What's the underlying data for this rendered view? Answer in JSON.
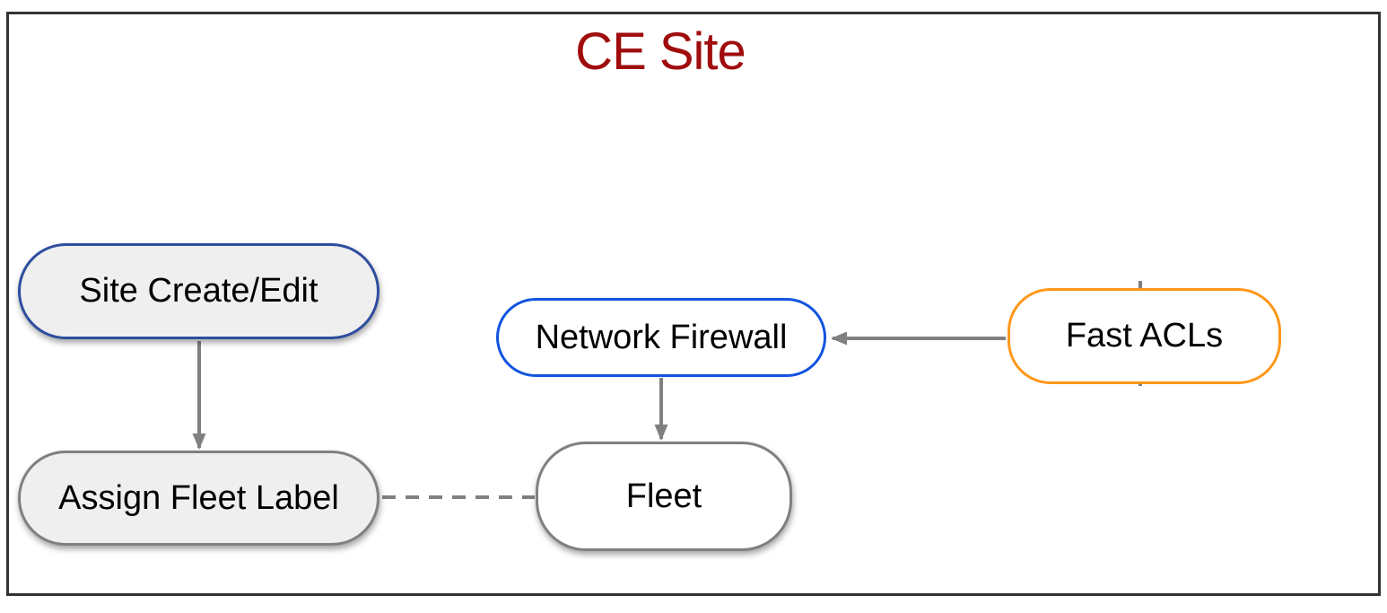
{
  "diagram": {
    "title": "CE Site",
    "title_color": "#a00d0d",
    "frame_border_color": "#333333",
    "background_color": "#ffffff",
    "edge_color": "#808080",
    "nodes": [
      {
        "id": "site-create-edit",
        "label": "Site Create/Edit",
        "shape": "pill",
        "fill": "#efefef",
        "border_color": "#2e4e9e",
        "shadow": true
      },
      {
        "id": "assign-fleet-label",
        "label": "Assign Fleet Label",
        "shape": "pill",
        "fill": "#efefef",
        "border_color": "#808080",
        "shadow": true
      },
      {
        "id": "network-firewall",
        "label": "Network Firewall",
        "shape": "pill",
        "fill": "#ffffff",
        "border_color": "#1254e0",
        "shadow": false
      },
      {
        "id": "fast-acls",
        "label": "Fast ACLs",
        "shape": "pill",
        "fill": "#ffffff",
        "border_color": "#ff9718",
        "shadow": false
      },
      {
        "id": "fleet",
        "label": "Fleet",
        "shape": "pill",
        "fill": "#ffffff",
        "border_color": "#808080",
        "shadow": true
      }
    ],
    "edges": [
      {
        "from": "site-create-edit",
        "to": "assign-fleet-label",
        "style": "solid",
        "arrow": "end"
      },
      {
        "from": "network-firewall",
        "to": "fleet",
        "style": "solid",
        "arrow": "end"
      },
      {
        "from": "fast-acls",
        "to": "network-firewall",
        "style": "solid",
        "arrow": "end"
      },
      {
        "from": "assign-fleet-label",
        "to": "fleet",
        "style": "dashed",
        "arrow": "none"
      }
    ]
  }
}
